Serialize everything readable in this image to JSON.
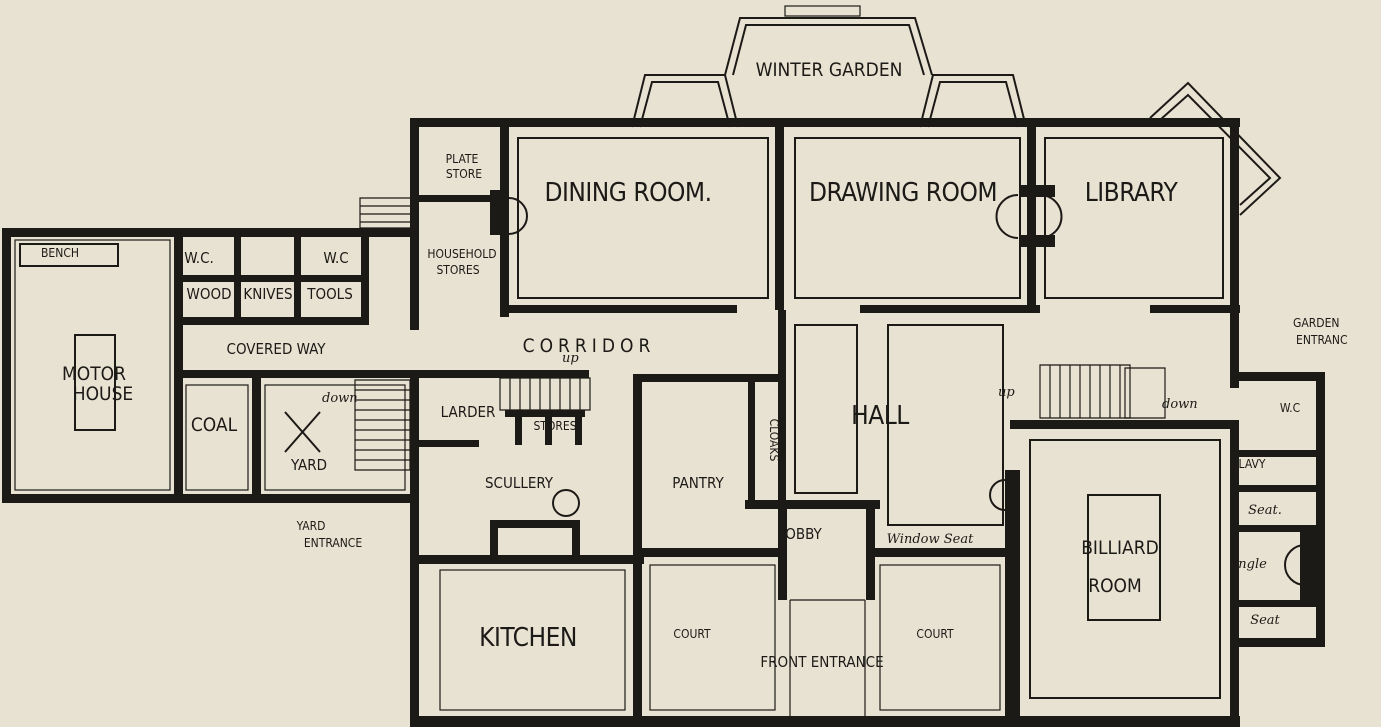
{
  "rooms": {
    "winter_garden": "WINTER GARDEN",
    "dining_room": "DINING ROOM.",
    "drawing_room": "DRAWING ROOM",
    "library": "LIBRARY",
    "plate_store_1": "PLATE",
    "plate_store_2": "STORE",
    "household_stores_1": "HOUSEHOLD",
    "household_stores_2": "STORES",
    "bench": "BENCH",
    "wc_left": "W.C.",
    "wc_right": "W.C",
    "wood": "WOOD",
    "knives": "KNIVES",
    "tools": "TOOLS",
    "covered_way": "COVERED WAY",
    "motor_house_1": "MOTOR",
    "motor_house_2": "HOUSE",
    "coal": "COAL",
    "yard": "YARD",
    "yard_entrance_1": "YARD",
    "yard_entrance_2": "ENTRANCE",
    "corridor": "CORRIDOR",
    "larder": "LARDER",
    "stores": "STORES",
    "scullery": "SCULLERY",
    "pantry": "PANTRY",
    "cloaks": "CLOAKS",
    "hall": "HALL",
    "lobby": "LOBBY",
    "kitchen": "KITCHEN",
    "court_left": "COURT",
    "court_right": "COURT",
    "front_entrance": "FRONT ENTRANCE",
    "billiard_room_1": "BILLIARD",
    "billiard_room_2": "ROOM",
    "garden_entrance_1": "GARDEN",
    "garden_entrance_2": "ENTRANC",
    "wc_garden": "W.C",
    "lavatory": "LAVY",
    "ingle": "Ingle",
    "seat_top": "Seat.",
    "seat_bottom": "Seat"
  },
  "annotations": {
    "up_kitchen_stair": "up",
    "down_yard_stair": "down",
    "up_hall_stair": "up",
    "down_hall_stair": "down",
    "window_seat": "Window Seat"
  }
}
